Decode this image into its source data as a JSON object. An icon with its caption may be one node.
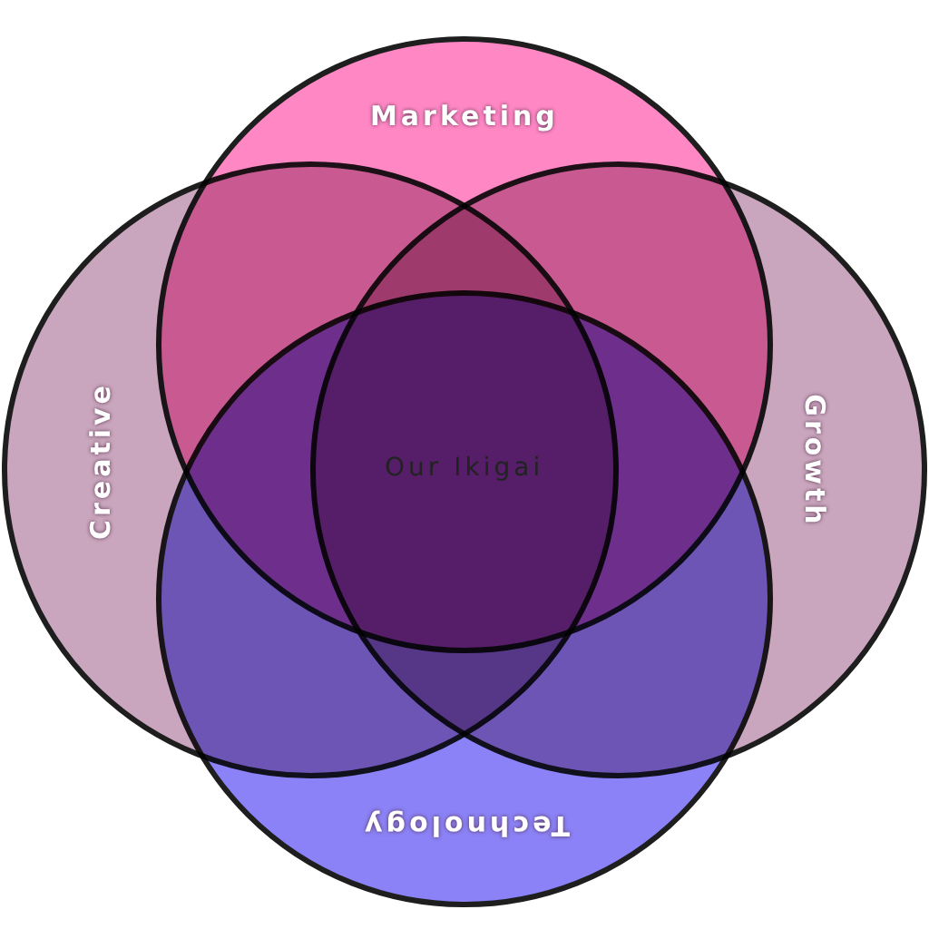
{
  "diagram": {
    "nodes": [
      {
        "text": [
          "Marketing"
        ]
      },
      {
        "text": [
          "Creative"
        ]
      },
      {
        "text": [
          "Growth"
        ]
      },
      {
        "text": [
          "Technology"
        ]
      }
    ],
    "labels": [
      "Our Ikigai"
    ]
  }
}
